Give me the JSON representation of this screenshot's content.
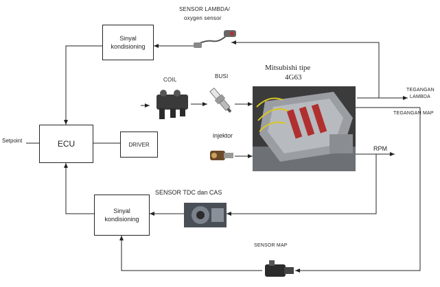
{
  "blocks": {
    "ecu": "ECU",
    "driver": "DRIVER",
    "signal_cond_top_line1": "Sinyal",
    "signal_cond_top_line2": "kondisioning",
    "signal_cond_bottom_line1": "Sinyal",
    "signal_cond_bottom_line2": "kondisioning"
  },
  "labels": {
    "setpoint": "Setpoint",
    "sensor_lambda_line1": "SENSOR LAMBDA/",
    "sensor_lambda_line2": "oxygen sensor",
    "coil": "COIL",
    "busi": "BUSI",
    "engine_line1": "Mitsubishi tipe",
    "engine_line2": "4G63",
    "injektor": "injektor",
    "tegangan_lambda_line1": "TEGANGAN",
    "tegangan_lambda_line2": "LAMBDA",
    "tegangan_map": "TEGANGAN MAP",
    "rpm": "RPM",
    "sensor_tdc_cas": "SENSOR TDC dan CAS",
    "sensor_map": "SENSOR MAP"
  },
  "colors": {
    "line": "#222222",
    "engine_metal": "#9a9ea3",
    "engine_dark": "#2b2b2b",
    "engine_red": "#b03030",
    "wire_yellow": "#d9c623"
  }
}
